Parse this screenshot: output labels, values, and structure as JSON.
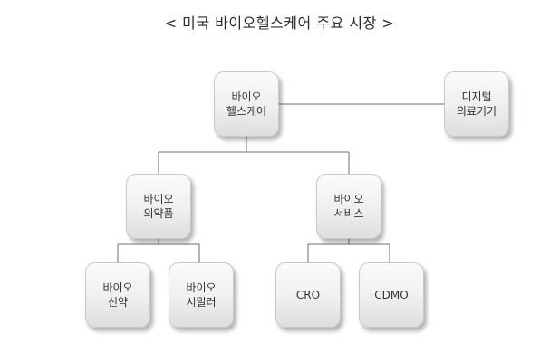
{
  "title": "< 미국 바이오헬스케어 주요 시장 >",
  "nodes": {
    "root": {
      "line1": "바이오",
      "line2": "헬스케어"
    },
    "digital": {
      "line1": "디지털",
      "line2": "의료기기"
    },
    "pharma": {
      "line1": "바이오",
      "line2": "의약품"
    },
    "services": {
      "line1": "바이오",
      "line2": "서비스"
    },
    "new_drug": {
      "line1": "바이오",
      "line2": "신약"
    },
    "biosimilar": {
      "line1": "바이오",
      "line2": "시밀러"
    },
    "cro": {
      "line1": "CRO"
    },
    "cdmo": {
      "line1": "CDMO"
    }
  }
}
